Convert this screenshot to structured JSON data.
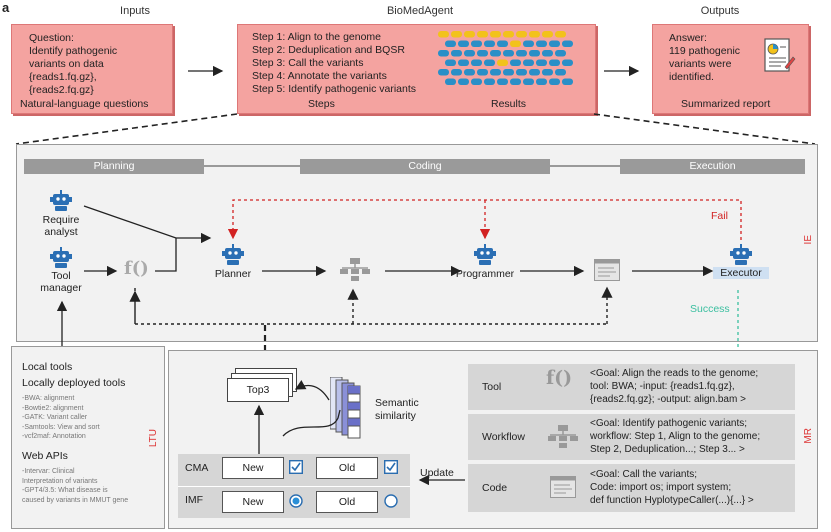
{
  "panel_label": "a",
  "headers": {
    "inputs": "Inputs",
    "agent": "BioMedAgent",
    "outputs": "Outputs"
  },
  "inputs_box": {
    "lines": [
      "Question:",
      "Identify pathogenic",
      "variants on data",
      "{reads1.fq.gz},",
      "{reads2.fq.gz}"
    ],
    "caption": "Natural-language questions"
  },
  "agent_box": {
    "steps": [
      "Step 1: Align to the genome",
      "Step 2: Deduplication and BQSR",
      "Step 3: Call the variants",
      "Step 4: Annotate the variants",
      "Step 5: Identify pathogenic variants"
    ],
    "steps_caption": "Steps",
    "results_caption": "Results"
  },
  "outputs_box": {
    "lines": [
      "Answer:",
      "119 pathogenic",
      "variants were",
      "identified."
    ],
    "caption": "Summarized report"
  },
  "phases": [
    "Planning",
    "Coding",
    "Execution"
  ],
  "roles": {
    "require_analyst": [
      "Require",
      "analyst"
    ],
    "tool_manager": [
      "Tool",
      "manager"
    ],
    "planner": "Planner",
    "programmer": "Programmer",
    "executor": "Executor"
  },
  "fail_label": "Fail",
  "success_label": "Success",
  "ie_label": "IE",
  "ltu_label": "LTU",
  "mr_label": "MR",
  "ltu_box": {
    "local_tools": "Local tools",
    "local_deployed": "Locally deployed tools",
    "tools": [
      "-BWA: alignment",
      "-Bowtie2: alignment",
      "-GATK: Variant caller",
      "-Samtools: View and sort",
      "-vcf2maf: Annotation"
    ],
    "web_apis": "Web APIs",
    "apis": [
      "-Intervar: Clinical",
      "Interpretation of variants",
      "-GPT4/3.5: What disease is",
      "caused by variants in MMUT gene"
    ]
  },
  "retrieval": {
    "top3": "Top3",
    "semantic": [
      "Semantic",
      "similarity"
    ],
    "cma": "CMA",
    "imf": "IMF",
    "new": "New",
    "old": "Old",
    "update": "Update"
  },
  "memory_rows": [
    {
      "name": "Tool",
      "lines": [
        "<Goal: Align the reads to the genome;",
        "tool: BWA;  -input: {reads1.fq.gz},",
        "{reads2.fq.gz}; -output: align.bam >"
      ]
    },
    {
      "name": "Workflow",
      "lines": [
        "<Goal: Identify pathogenic variants;",
        "workflow: Step 1, Align to the genome;",
        "Step 2, Deduplication...; Step 3... >"
      ]
    },
    {
      "name": "Code",
      "lines": [
        "<Goal: Call the variants;",
        "Code: import os; import system;",
        "def function HyplotypeCaller(...){...} >"
      ]
    }
  ],
  "colors": {
    "red_box": "#f4a3a0",
    "fail": "#d22222",
    "success": "#3bbfa0",
    "robot": "#2b6fb4",
    "grid_yellow": "#f2c21b",
    "grid_blue": "#2a8fc7"
  }
}
